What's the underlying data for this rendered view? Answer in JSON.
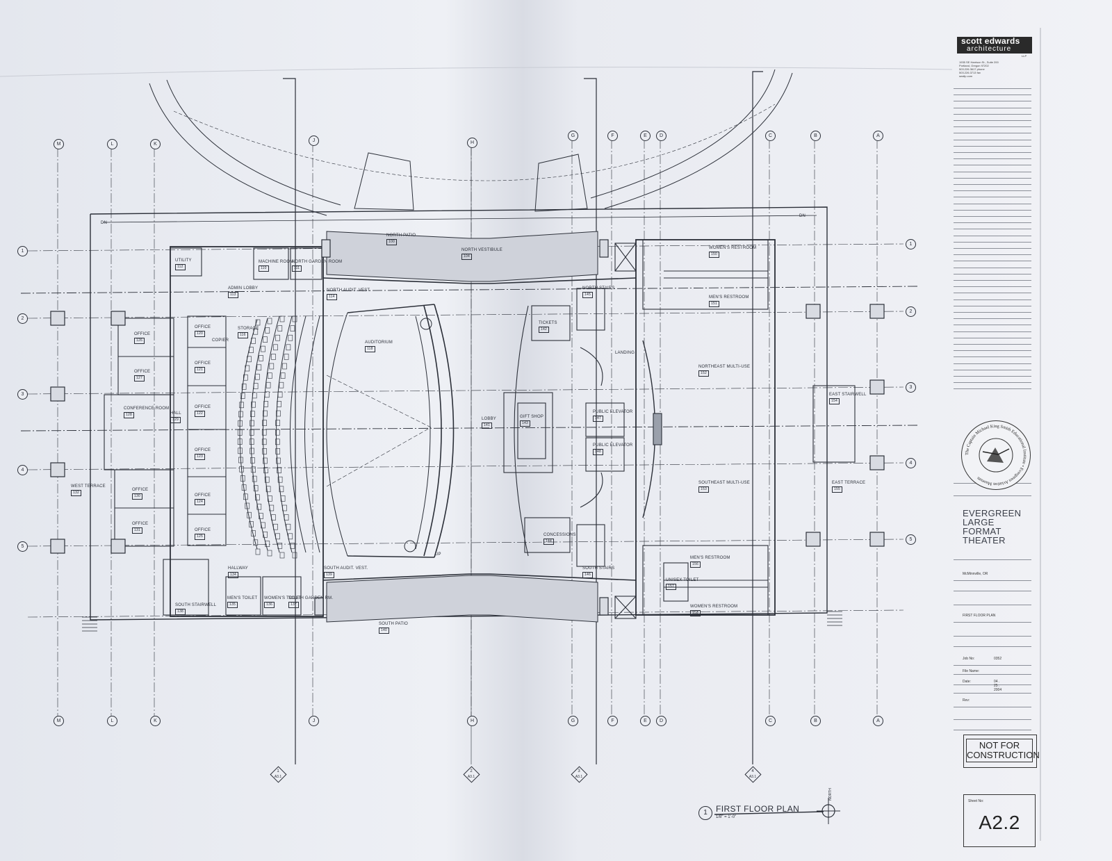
{
  "title_block": {
    "firm_name_line1": "scott edwards",
    "firm_name_line2": "architecture",
    "firm_llp": "LLP",
    "firm_address": [
      "1935 SE Harrison St., Suite 200",
      "Portland, Oregon 97202",
      "503.226.3617 phone",
      "503.226.3713 fax",
      "seallp.com"
    ],
    "seal_text": "The Captain Michael King Smith Educational Institute • Evergreen Aviation Museum",
    "project_name": [
      "EVERGREEN",
      "LARGE FORMAT",
      "THEATER"
    ],
    "location": "McMinnville, OR",
    "sheet_title": "FIRST FLOOR PLAN",
    "fields": [
      {
        "label": "Job No:",
        "value": "0352"
      },
      {
        "label": "File Name:",
        "value": ""
      },
      {
        "label": "Date:",
        "value": "04 . 25 . 2004"
      },
      {
        "label": "Rev:",
        "value": ""
      }
    ],
    "stamp": [
      "NOT FOR",
      "CONSTRUCTION"
    ],
    "sheet_no_label": "Sheet No:",
    "sheet_no": "A2.2"
  },
  "drawing": {
    "number": "1",
    "title": "FIRST FLOOR PLAN",
    "scale": "1/8\" = 1'-0\"",
    "north": "NORTH"
  },
  "grid_top": [
    "M",
    "L",
    "K",
    "J",
    "H",
    "G",
    "F",
    "E",
    "D",
    "C",
    "B",
    "A"
  ],
  "grid_rows": [
    "1",
    "2",
    "3",
    "4",
    "5"
  ],
  "section_refs": [
    {
      "num": "1",
      "ref": "A3.1"
    },
    {
      "num": "2",
      "ref": "A3.1"
    },
    {
      "num": "3",
      "ref": "A3.1"
    },
    {
      "num": "4",
      "ref": "A3.1"
    }
  ],
  "rooms": [
    {
      "name": "NORTH PATIO",
      "tag": "100"
    },
    {
      "name": "NORTH VESTIBULE",
      "tag": "104"
    },
    {
      "name": "MACHINE ROOM",
      "tag": "110"
    },
    {
      "name": "NORTH GARDEN ROOM",
      "tag": "111"
    },
    {
      "name": "UTILITY",
      "tag": "112"
    },
    {
      "name": "ADMIN LOBBY",
      "tag": "113"
    },
    {
      "name": "NORTH AUDIT. VEST.",
      "tag": "114"
    },
    {
      "name": "STORAGE",
      "tag": "116"
    },
    {
      "name": "COPIER",
      "tag": ""
    },
    {
      "name": "AUDITORIUM",
      "tag": "118"
    },
    {
      "name": "OFFICE",
      "tag": "120"
    },
    {
      "name": "OFFICE",
      "tag": "121"
    },
    {
      "name": "OFFICE",
      "tag": "122"
    },
    {
      "name": "OFFICE",
      "tag": "123"
    },
    {
      "name": "OFFICE",
      "tag": "124"
    },
    {
      "name": "OFFICE",
      "tag": "125"
    },
    {
      "name": "OFFICE",
      "tag": "126"
    },
    {
      "name": "OFFICE",
      "tag": "127"
    },
    {
      "name": "CONFERENCE ROOM",
      "tag": "128"
    },
    {
      "name": "HALL",
      "tag": "129"
    },
    {
      "name": "OFFICE",
      "tag": "130"
    },
    {
      "name": "OFFICE",
      "tag": "131"
    },
    {
      "name": "WEST TERRACE",
      "tag": "132"
    },
    {
      "name": "HALLWAY",
      "tag": "134"
    },
    {
      "name": "MEN'S TOILET",
      "tag": "135"
    },
    {
      "name": "WOMEN'S TOILET",
      "tag": "136"
    },
    {
      "name": "SOUTH GARDEN RM.",
      "tag": "137"
    },
    {
      "name": "SOUTH STAIRWELL",
      "tag": "138"
    },
    {
      "name": "SOUTH AUDIT. VEST.",
      "tag": "139"
    },
    {
      "name": "SOUTH PATIO",
      "tag": "140"
    },
    {
      "name": "LOBBY",
      "tag": "141"
    },
    {
      "name": "TICKETS",
      "tag": "142"
    },
    {
      "name": "GIFT SHOP",
      "tag": "143"
    },
    {
      "name": "CONCESSIONS",
      "tag": "144"
    },
    {
      "name": "NORTH STAIRS",
      "tag": "145"
    },
    {
      "name": "SOUTH STAIRS",
      "tag": "146"
    },
    {
      "name": "LANDING",
      "tag": ""
    },
    {
      "name": "PUBLIC ELEVATOR",
      "tag": "147"
    },
    {
      "name": "PUBLIC ELEVATOR",
      "tag": "148"
    },
    {
      "name": "WOMEN'S RESTROOM",
      "tag": "150"
    },
    {
      "name": "MEN'S RESTROOM",
      "tag": "151"
    },
    {
      "name": "NORTHEAST MULTI-USE",
      "tag": "152"
    },
    {
      "name": "SOUTHEAST MULTI-USE",
      "tag": "153"
    },
    {
      "name": "EAST STAIRWELL",
      "tag": "154"
    },
    {
      "name": "EAST TERRACE",
      "tag": "155"
    },
    {
      "name": "MEN'S RESTROOM",
      "tag": "156"
    },
    {
      "name": "UNISEX TOILET",
      "tag": "157"
    },
    {
      "name": "WOMEN'S RESTROOM",
      "tag": "158"
    }
  ],
  "small_labels": {
    "dn": "DN",
    "up": "UP"
  },
  "colors": {
    "ink": "#2b2f38",
    "paper": "#eceef3"
  }
}
